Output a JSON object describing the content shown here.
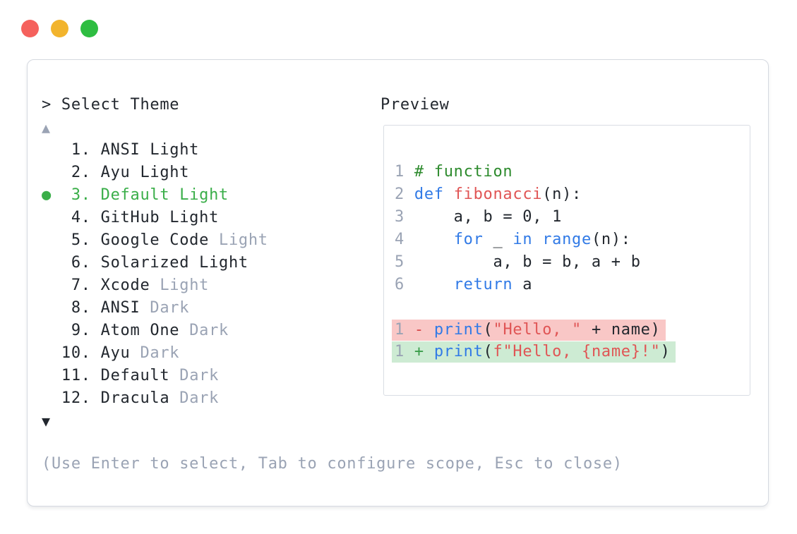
{
  "colors": {
    "ink": "#22272e",
    "muted": "#9aa3b4",
    "selection_green": "#3aae49",
    "comment_green": "#2e8b2e",
    "keyword_blue": "#317ae6",
    "string_red": "#e05555",
    "diff_minus": "#d84a4a",
    "diff_plus": "#3a9d4a",
    "removed_bg": "#f9c7c6",
    "added_bg": "#cdebd3",
    "panel_border": "#d5d9e0",
    "preview_border": "#d9dde4",
    "tl_red": "#f5615d",
    "tl_yellow": "#f2b42d",
    "tl_green": "#2ebd41"
  },
  "window": {
    "controls": [
      {
        "name": "close",
        "color": "#f5615d"
      },
      {
        "name": "minimize",
        "color": "#f2b42d"
      },
      {
        "name": "zoom",
        "color": "#2ebd41"
      }
    ]
  },
  "picker": {
    "title": "> Select Theme",
    "scroll_up": "▲",
    "scroll_down": "▼",
    "help": "(Use Enter to select, Tab to configure scope, Esc to close)"
  },
  "theme_list": {
    "items": [
      {
        "number": "1",
        "name": "ANSI",
        "variant": "Light",
        "muted": false,
        "selected": false
      },
      {
        "number": "2",
        "name": "Ayu",
        "variant": "Light",
        "muted": false,
        "selected": false
      },
      {
        "number": "3",
        "name": "Default",
        "variant": "Light",
        "muted": false,
        "selected": true
      },
      {
        "number": "4",
        "name": "GitHub",
        "variant": "Light",
        "muted": false,
        "selected": false
      },
      {
        "number": "5",
        "name": "Google Code",
        "variant": "Light",
        "muted": true,
        "selected": false
      },
      {
        "number": "6",
        "name": "Solarized",
        "variant": "Light",
        "muted": false,
        "selected": false
      },
      {
        "number": "7",
        "name": "Xcode",
        "variant": "Light",
        "muted": true,
        "selected": false
      },
      {
        "number": "8",
        "name": "ANSI",
        "variant": "Dark",
        "muted": true,
        "selected": false
      },
      {
        "number": "9",
        "name": "Atom One",
        "variant": "Dark",
        "muted": true,
        "selected": false
      },
      {
        "number": "10",
        "name": "Ayu",
        "variant": "Dark",
        "muted": true,
        "selected": false
      },
      {
        "number": "11",
        "name": "Default",
        "variant": "Dark",
        "muted": true,
        "selected": false
      },
      {
        "number": "12",
        "name": "Dracula",
        "variant": "Dark",
        "muted": true,
        "selected": false
      }
    ],
    "selected_marker": "●"
  },
  "preview": {
    "label": "Preview",
    "lines": [
      {
        "type": "code",
        "tokens": [
          {
            "t": "1",
            "c": "ln"
          },
          {
            "t": " ",
            "c": "d"
          },
          {
            "t": "# function",
            "c": "cm"
          }
        ]
      },
      {
        "type": "code",
        "tokens": [
          {
            "t": "2",
            "c": "ln"
          },
          {
            "t": " ",
            "c": "d"
          },
          {
            "t": "def",
            "c": "kw"
          },
          {
            "t": " ",
            "c": "d"
          },
          {
            "t": "fibonacci",
            "c": "fn"
          },
          {
            "t": "(n):",
            "c": "d"
          }
        ]
      },
      {
        "type": "code",
        "tokens": [
          {
            "t": "3",
            "c": "ln"
          },
          {
            "t": "     a, b = 0, 1",
            "c": "d"
          }
        ]
      },
      {
        "type": "code",
        "tokens": [
          {
            "t": "4",
            "c": "ln"
          },
          {
            "t": "     ",
            "c": "d"
          },
          {
            "t": "for",
            "c": "kw"
          },
          {
            "t": " _ ",
            "c": "d"
          },
          {
            "t": "in",
            "c": "kw"
          },
          {
            "t": " ",
            "c": "d"
          },
          {
            "t": "range",
            "c": "kw"
          },
          {
            "t": "(n):",
            "c": "d"
          }
        ]
      },
      {
        "type": "code",
        "tokens": [
          {
            "t": "5",
            "c": "ln"
          },
          {
            "t": "         a, b = b, a + b",
            "c": "d"
          }
        ]
      },
      {
        "type": "code",
        "tokens": [
          {
            "t": "6",
            "c": "ln"
          },
          {
            "t": "     ",
            "c": "d"
          },
          {
            "t": "return",
            "c": "kw"
          },
          {
            "t": " a",
            "c": "d"
          }
        ]
      },
      {
        "type": "blank",
        "tokens": []
      },
      {
        "type": "removed",
        "tokens": [
          {
            "t": "1",
            "c": "ln"
          },
          {
            "t": " ",
            "c": "d"
          },
          {
            "t": "-",
            "c": "minus"
          },
          {
            "t": " ",
            "c": "d"
          },
          {
            "t": "print",
            "c": "kw"
          },
          {
            "t": "(",
            "c": "d"
          },
          {
            "t": "\"Hello, \"",
            "c": "str"
          },
          {
            "t": " + name)",
            "c": "d"
          }
        ]
      },
      {
        "type": "added",
        "tokens": [
          {
            "t": "1",
            "c": "ln"
          },
          {
            "t": " ",
            "c": "d"
          },
          {
            "t": "+",
            "c": "plus"
          },
          {
            "t": " ",
            "c": "d"
          },
          {
            "t": "print",
            "c": "kw"
          },
          {
            "t": "(",
            "c": "d"
          },
          {
            "t": "f\"Hello, {name}!\"",
            "c": "str"
          },
          {
            "t": ")",
            "c": "d"
          }
        ]
      }
    ]
  }
}
